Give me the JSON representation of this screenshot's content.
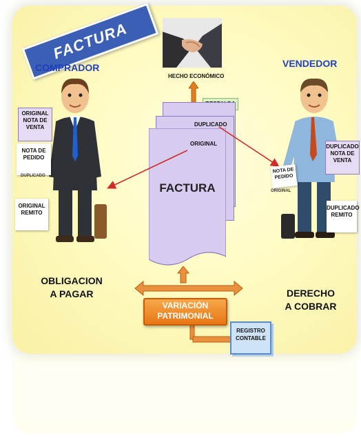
{
  "banner": {
    "label": "FACTURA"
  },
  "buyer": {
    "title": "COMPRADOR",
    "doc_nota_venta": [
      "ORIGINAL",
      "NOTA DE",
      "VENTA"
    ],
    "doc_nota_pedido": [
      "NOTA DE",
      "PEDIDO"
    ],
    "doc_duplicado": "DUPLICADO",
    "doc_remito": [
      "ORIGINAL",
      "REMITO"
    ],
    "obligation": [
      "OBLIGACION",
      "A PAGAR"
    ]
  },
  "seller": {
    "title": "VENDEDOR",
    "doc_nota_venta": [
      "DUPLICADO",
      "NOTA DE",
      "VENTA"
    ],
    "doc_nota_pedido": [
      "NOTA DE",
      "PEDIDO"
    ],
    "doc_original": "ORIGINAL",
    "doc_remito": [
      "DUPLICADO",
      "REMITO"
    ],
    "right": [
      "DERECHO",
      "A COBRAR"
    ]
  },
  "center": {
    "hecho": "HECHO ECONÓMICO",
    "respalda": "RESPALDA",
    "duplicado": "DUPLICADO",
    "original": "ORIGINAL",
    "factura": "FACTURA",
    "variacion": [
      "VARIACIÓN",
      "PATRIMONIAL"
    ],
    "registro": [
      "REGISTRO",
      "CONTABLE"
    ]
  },
  "colors": {
    "accent_blue": "#1f3fbf",
    "arrow_red": "#d12a2a",
    "orange": "#e87614",
    "doc_violet": "#d8cbf0"
  }
}
